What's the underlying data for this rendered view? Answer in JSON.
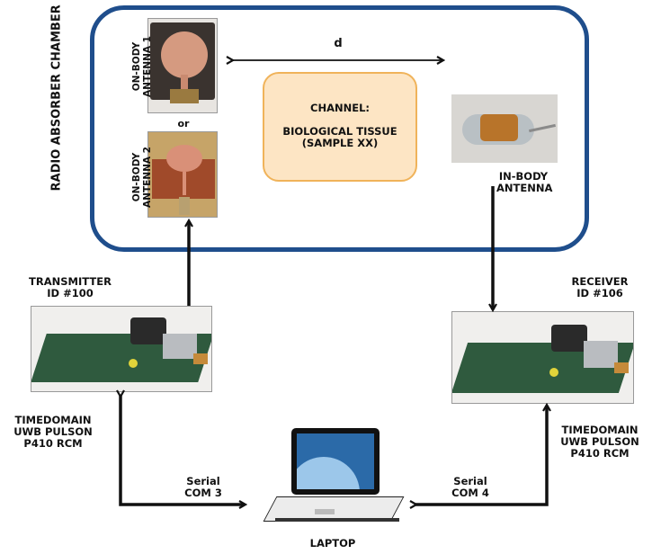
{
  "chamber": {
    "label": "RADIO ABSORBER CHAMBER",
    "border_color": "#1f4e8c"
  },
  "distance_label": "d",
  "channel": {
    "title": "CHANNEL:",
    "body": "BIOLOGICAL TISSUE (SAMPLE XX)",
    "fill": "#fde5c4",
    "stroke": "#f0b35a"
  },
  "antennas": {
    "on_body_1": "ON-BODY ANTENNA 1",
    "or": "or",
    "on_body_2": "ON-BODY ANTENNA 2",
    "in_body": "IN-BODY ANTENNA"
  },
  "transmitter": {
    "title": "TRANSMITTER",
    "id": "ID #100",
    "model": "TIMEDOMAIN UWB PULSON P410 RCM"
  },
  "receiver": {
    "title": "RECEIVER",
    "id": "ID #106",
    "model": "TIMEDOMAIN UWB PULSON P410 RCM"
  },
  "serial_tx": "Serial COM 3",
  "serial_rx": "Serial COM 4",
  "laptop": "LAPTOP"
}
